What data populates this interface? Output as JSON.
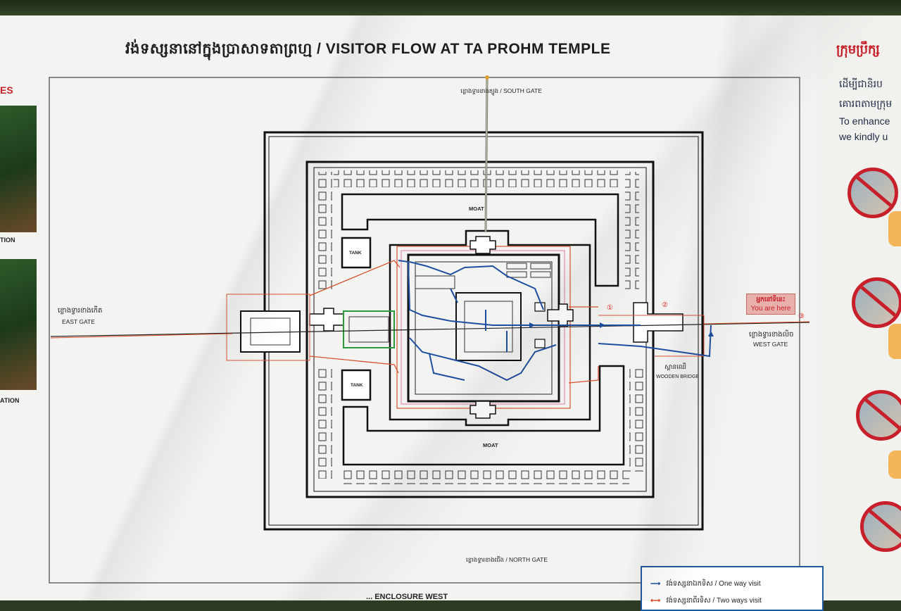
{
  "sign": {
    "title": "វង់ទស្សនានៅក្នុងប្រាសាទតាព្រហ្ម / VISITOR FLOW AT TA PROHM TEMPLE"
  },
  "map": {
    "south_gate": "ខ្លោងទ្វារខាងត្បូង / SOUTH GATE",
    "east_gate_kh": "ខ្លោងទ្វារខាងកើត",
    "east_gate_en": "EAST GATE",
    "west_gate_kh": "ខ្លោងទ្វារខាងលិច",
    "west_gate_en": "WEST GATE",
    "north_gate": "ខ្លោងទ្វារខាងជើង / NORTH GATE",
    "moat_top": "MOAT",
    "moat_bottom": "MOAT",
    "tank_top": "TANK",
    "tank_bottom": "TANK",
    "bridge_kh": "ស្ពានឈើ",
    "bridge_en": "WOODEN BRIDGE",
    "you_are_here_kh": "អ្នកនៅទីនេះ",
    "you_are_here_en": "You are here",
    "marker_1": "①",
    "marker_2": "②",
    "marker_3": "③",
    "bottom_partial": "... ENCLOSURE WEST",
    "colors": {
      "one_way_route": "#1f4fa0",
      "two_way_route": "#d9532f",
      "you_are_here": "#c8202a"
    }
  },
  "legend": {
    "one_way": "វង់ទស្សនាឯកទិស / One  way visit",
    "two_way": "វង់ទស្សនាពីរទិស / Two ways visit"
  },
  "left_panel": {
    "heading": "ES",
    "caption_1": "TION",
    "caption_2": "ATION"
  },
  "right_panel": {
    "heading": "ក្រុមប្រឹក្ស",
    "line_kh_1": "ដើម្បីជានិរប",
    "line_kh_2": "គោរពតាមក្រុម",
    "line_en_1": "To enhance",
    "line_en_2": "we kindly u"
  }
}
